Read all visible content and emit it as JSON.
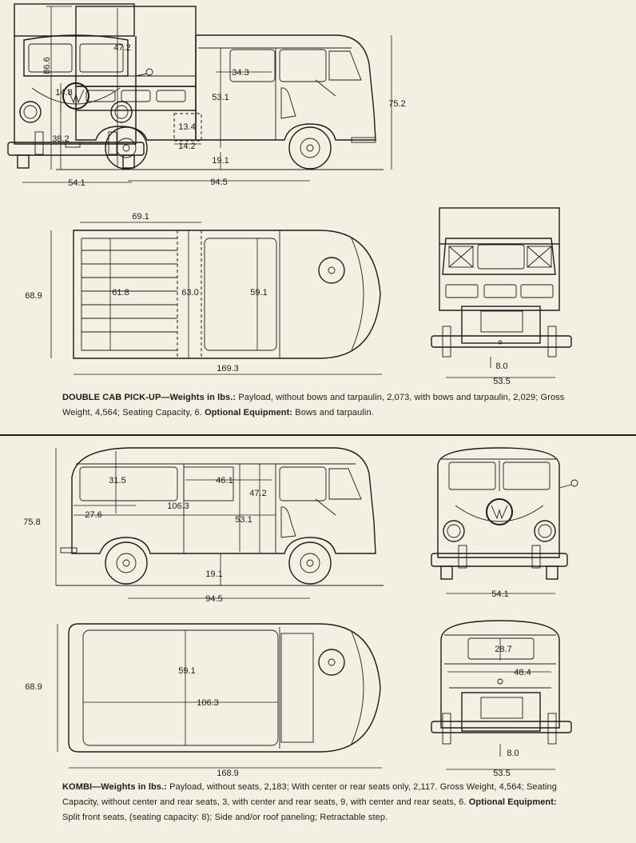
{
  "double_cab": {
    "side_dims": {
      "height_total": "86.6",
      "canopy_height": "47.2",
      "cab_width": "34.3",
      "seat_height": "53.1",
      "side_panel": "14.8",
      "floor_height": "38.2",
      "box_height": "13.4",
      "box_width": "14.2",
      "ground_clearance": "19.1",
      "wheelbase": "94.5",
      "cab_height": "75.2"
    },
    "front_dims": {
      "track": "54.1"
    },
    "top_dims": {
      "bed_length": "69.1",
      "overall_width": "68.9",
      "bed_width": "61.8",
      "cab_width": "63.0",
      "interior_width": "59.1",
      "overall_length": "169.3"
    },
    "rear_dims": {
      "hitch_height": "8.0",
      "track": "53.5"
    },
    "caption": {
      "title": "DOUBLE CAB PICK-UP—Weights in lbs.:",
      "body": " Payload, without bows and tarpaulin, 2,073, with bows and tarpaulin, 2,029; Gross Weight, 4,564; Seating Capacity, 6. ",
      "opt_label": "Optional Equipment:",
      "opt_body": " Bows and tarpaulin."
    }
  },
  "kombi": {
    "side_dims": {
      "height_total": "75.8",
      "window_height": "31.5",
      "rear_section": "46.1",
      "interior_height": "47.2",
      "rear_overhang": "27.6",
      "cargo_length": "106.3",
      "seat_height": "53.1",
      "ground_clearance": "19.1",
      "wheelbase": "94.5"
    },
    "front_dims": {
      "track": "54.1"
    },
    "top_dims": {
      "overall_width": "68.9",
      "interior_width": "59.1",
      "cargo_length": "106.3",
      "overall_length": "168.9"
    },
    "rear_dims": {
      "opening_height": "28.7",
      "opening_width": "48.4",
      "hitch_height": "8.0",
      "track": "53.5"
    },
    "caption": {
      "title": "KOMBI—Weights in lbs.:",
      "body": " Payload, without seats, 2,183; With center or rear seats only, 2,117. Gross Weight, 4,564; Seating Capacity, without center and rear seats, 3, with center and rear seats, 9, with center and rear seats, 6. ",
      "opt_label": "Optional Equipment:",
      "opt_body": " Split front seats, (seating capacity: 8); Side and/or roof paneling; Retractable step."
    }
  }
}
